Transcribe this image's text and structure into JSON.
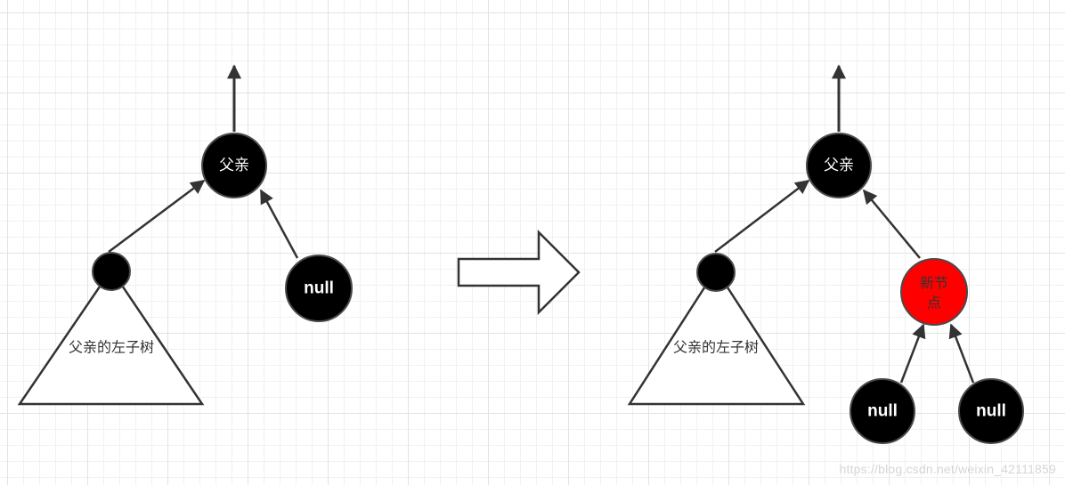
{
  "colors": {
    "node_black": "#000000",
    "node_red": "#ff0000",
    "edge": "#333333",
    "node_border": "#4a4a4a"
  },
  "before": {
    "parent_label": "父亲",
    "null_label": "null",
    "subtree_label": "父亲的左子树"
  },
  "transition": {
    "arrow_icon": "block-right-arrow"
  },
  "after": {
    "parent_label": "父亲",
    "new_node_label_line1": "新节",
    "new_node_label_line2": "点",
    "null_left_label": "null",
    "null_right_label": "null",
    "subtree_label": "父亲的左子树"
  },
  "watermark": "https://blog.csdn.net/weixin_42111859"
}
